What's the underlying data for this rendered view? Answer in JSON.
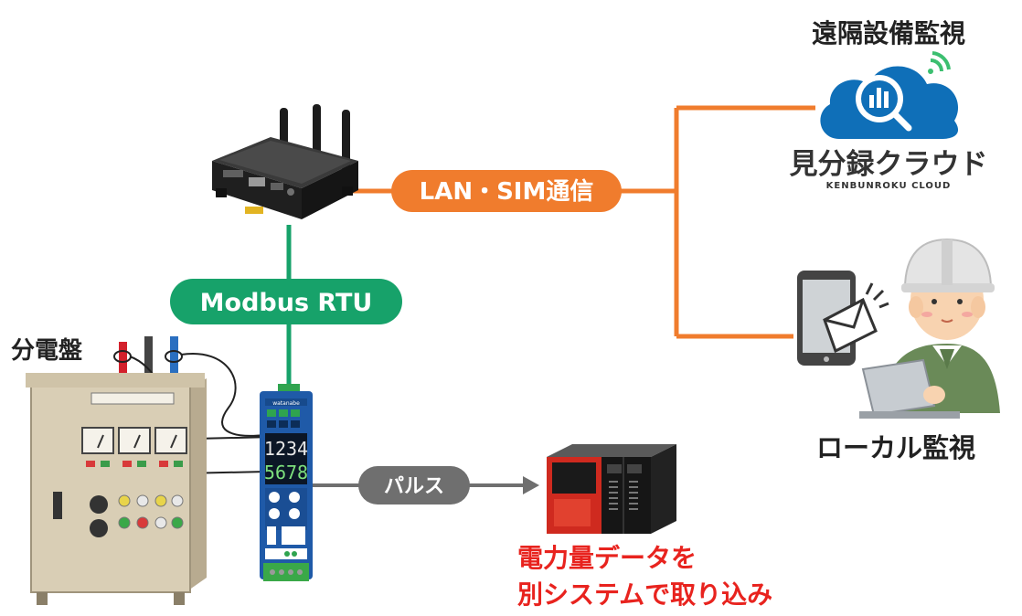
{
  "labels": {
    "remote_monitoring": "遠隔設備監視",
    "cloud_name": "見分録クラウド",
    "cloud_name_en": "KENBUNROKU CLOUD",
    "local_monitoring": "ローカル監視",
    "panel": "分電盤",
    "lan_sim": "LAN・SIM通信",
    "modbus": "Modbus RTU",
    "pulse": "パルス",
    "data_line1": "電力量データを",
    "data_line2": "別システムで取り込み"
  },
  "meter_display": {
    "row1": "1234",
    "row2": "5678",
    "brand": "watanabe"
  },
  "colors": {
    "lan_line": "#f07c2d",
    "modbus_line": "#17a26a",
    "pulse_line": "#6f6f6f",
    "cloud_blue": "#0f6fb8",
    "highlight_red": "#e8231e",
    "text_dark": "#222222"
  },
  "icons": {
    "router": "lte-router-icon",
    "cloud": "cloud-search-icon",
    "tablet": "tablet-mail-icon",
    "worker": "worker-helmet-icon",
    "panel": "distribution-panel-icon",
    "meter": "power-meter-icon",
    "plc": "plc-icon"
  }
}
